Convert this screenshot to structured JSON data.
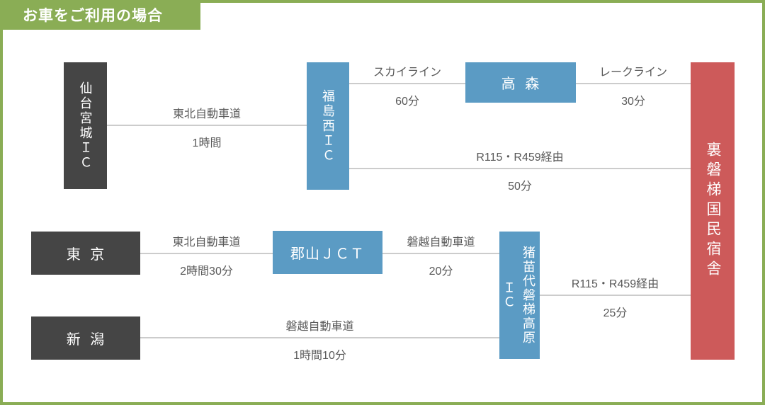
{
  "header": {
    "title": "お車をご利用の場合"
  },
  "colors": {
    "accent_green": "#8aad55",
    "node_dark": "#454545",
    "node_blue": "#5b9bc4",
    "node_red": "#cd5a5a",
    "route_line": "#cccccc",
    "label_text": "#595959",
    "node_text": "#ffffff",
    "background": "#ffffff"
  },
  "nodes": {
    "sendai_miyagi_ic": {
      "label": "仙台宮城ＩＣ"
    },
    "fukushima_nishi_ic": {
      "label": "福島西ＩＣ"
    },
    "takamori": {
      "label": "高 森"
    },
    "urabandai_kokumin_shukusha": {
      "label": "裏磐梯国民宿舎"
    },
    "tokyo": {
      "label": "東 京"
    },
    "koriyama_jct": {
      "label": "郡山ＪＣＴ"
    },
    "inawashiro_bandai_kogen_ic": {
      "lines": [
        "猪苗代磐梯高原",
        "ＩＣ"
      ]
    },
    "niigata": {
      "label": "新 潟"
    }
  },
  "segments": {
    "sendai_fukushima": {
      "road": "東北自動車道",
      "time": "1時間"
    },
    "fukushima_takamori": {
      "road": "スカイライン",
      "time": "60分"
    },
    "takamori_urabandai": {
      "road": "レークライン",
      "time": "30分"
    },
    "fukushima_urabandai": {
      "road": "R115・R459経由",
      "time": "50分"
    },
    "tokyo_koriyama": {
      "road": "東北自動車道",
      "time": "2時間30分"
    },
    "koriyama_inawashiro": {
      "road": "磐越自動車道",
      "time": "20分"
    },
    "inawashiro_urabandai": {
      "road": "R115・R459経由",
      "time": "25分"
    },
    "niigata_inawashiro": {
      "road": "磐越自動車道",
      "time": "1時間10分"
    }
  }
}
